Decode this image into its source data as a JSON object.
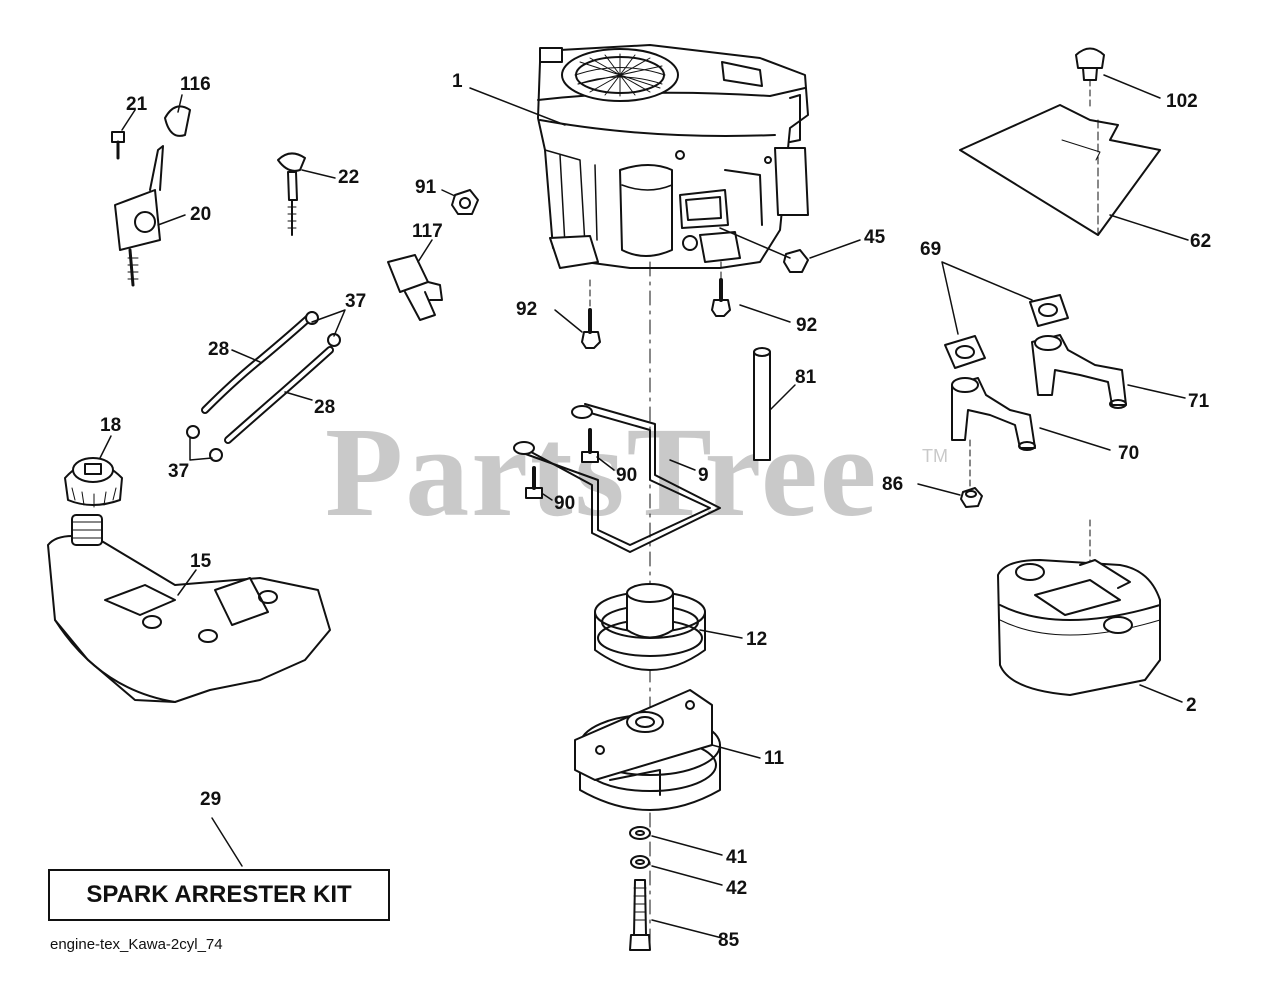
{
  "watermark": {
    "text": "PartsTree",
    "tm": "TM"
  },
  "kit_label": "SPARK ARRESTER KIT",
  "filename": "engine-tex_Kawa-2cyl_74",
  "callouts": {
    "c1": "1",
    "c116": "116",
    "c21": "21",
    "c22": "22",
    "c20": "20",
    "c91": "91",
    "c117": "117",
    "c37a": "37",
    "c28a": "28",
    "c28b": "28",
    "c37b": "37",
    "c18": "18",
    "c15": "15",
    "c92a": "92",
    "c92b": "92",
    "c45": "45",
    "c81": "81",
    "c9": "9",
    "c90a": "90",
    "c90b": "90",
    "c12": "12",
    "c11": "11",
    "c41": "41",
    "c42": "42",
    "c85": "85",
    "c29": "29",
    "c102": "102",
    "c62": "62",
    "c69": "69",
    "c71": "71",
    "c70": "70",
    "c86": "86",
    "c2": "2"
  }
}
